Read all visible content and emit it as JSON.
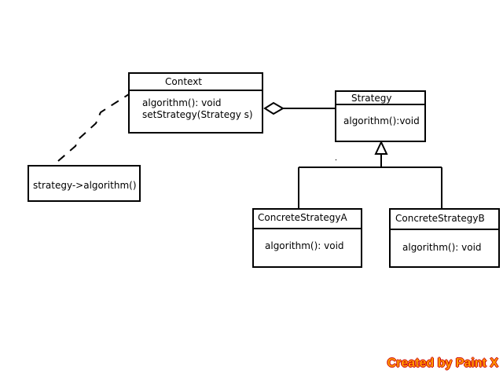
{
  "colors": {
    "ink": "#000000",
    "background": "#ffffff",
    "credit_fill": "#ff9900",
    "credit_outline": "#cc0000"
  },
  "context_class": {
    "name": "Context",
    "members": [
      "algorithm(): void",
      "setStrategy(Strategy s)"
    ]
  },
  "note": {
    "text": "strategy->algorithm()"
  },
  "strategy_class": {
    "name": "Strategy",
    "members": [
      "algorithm():void"
    ]
  },
  "concrete_a": {
    "name": "ConcreteStrategyA",
    "members": [
      "algorithm(): void"
    ]
  },
  "concrete_b": {
    "name": "ConcreteStrategyB",
    "members": [
      "algorithm(): void"
    ]
  },
  "relations": {
    "aggregation": "diamond",
    "generalization": "hollow-triangle"
  },
  "credit": {
    "text": "Created by Paint X"
  }
}
